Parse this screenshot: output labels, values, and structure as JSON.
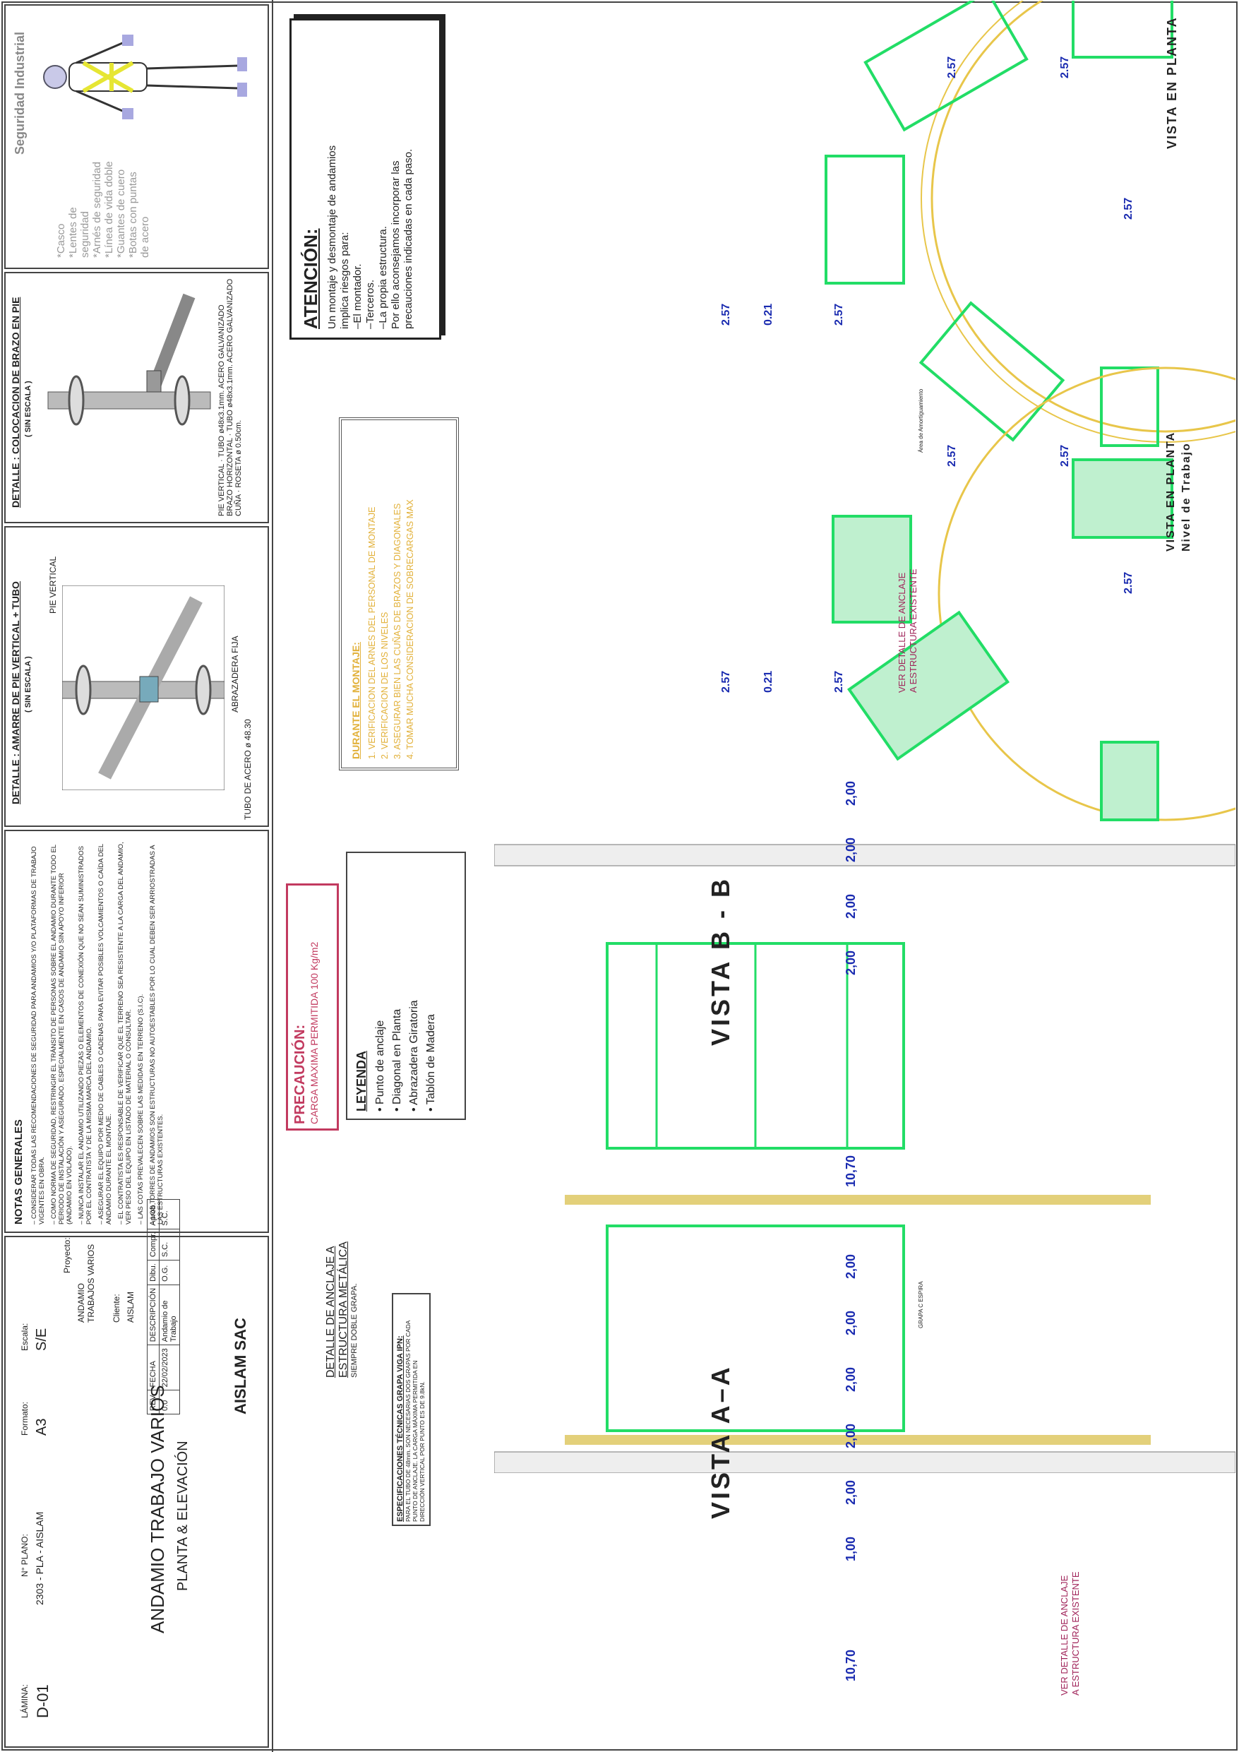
{
  "seguridad": {
    "title": "Seguridad Industrial",
    "items": [
      "*Casco",
      "*Lentes de seguridad",
      "*Arnés de seguridad",
      "*Línea de vida doble",
      "*Guantes de cuero",
      "*Botas con puntas de acero"
    ]
  },
  "atencion": {
    "title": "ATENCIÓN:",
    "lines": [
      "Un montaje y desmontaje de andamios",
      "implica riesgos para:",
      "–El montador.",
      "–Terceros.",
      "–La propia estructura.",
      "Por ello aconsejamos incorporar las",
      "precauciones indicadas en cada paso."
    ]
  },
  "durante": {
    "title": "DURANTE EL MONTAJE:",
    "lines": [
      "1. VERIFICACION DEL ARNES DEL PERSONAL DE MONTAJE",
      "2. VERIFICACION DE LOS NIVELES",
      "3. ASEGURAR BIEN LAS CUÑAS DE BRAZOS Y DIAGONALES",
      "4. TOMAR MUCHA CONSIDERACION DE SOBRECARGAS MAX"
    ]
  },
  "detalle1": {
    "title": "DETALLE : COLOCACION DE BRAZO EN PIE",
    "subtitle": "( SIN ESCALA )",
    "labels": [
      "PIE VERTICAL",
      "TUBO ø48x3.1mm.",
      "ACERO GALVANIZADO",
      "BRAZO HORIZONTAL",
      "TUBO ø48x3.1mm.",
      "ACERO GALVANIZADO",
      "CUÑA",
      "ROSETA",
      "ø 0.50cm."
    ]
  },
  "detalle2": {
    "title": "DETALLE : AMARRE DE PIE VERTICAL + TUBO",
    "subtitle": "( SIN ESCALA )",
    "labels": [
      "ABRAZADERA FIJA",
      "TUBO DE ACERO ø 48.30",
      "PIE VERTICAL"
    ]
  },
  "notas": {
    "title": "NOTAS GENERALES",
    "items": [
      "– CONSIDERAR TODAS LAS RECOMENDACIONES DE SEGURIDAD PARA ANDAMIOS Y/O PLATAFORMAS DE TRABAJO VIGENTES EN OBRA.",
      "– COMO NORMA DE SEGURIDAD, RESTRINGIR EL TRÁNSITO DE PERSONAS SOBRE EL ANDAMIO DURANTE TODO EL PERIODO DE INSTALACIÓN Y ASEGURADO. ESPECIALMENTE EN CASOS DE ANDAMIO SIN APOYO INFERIOR (ANDAMIO EN VOLADO).",
      "– NUNCA INSTALAR EL ANDAMIO UTILIZANDO PIEZAS O ELEMENTOS DE CONEXIÓN QUE NO SEAN SUMINISTRADOS POR EL CONTRATISTA Y DE LA MISMA MARCA DEL ANDAMIO.",
      "– ASEGURAR EL EQUIPO POR MEDIO DE CABLES O CADENAS PARA EVITAR POSIBLES VOLCAMIENTOS O CAÍDA DEL ANDAMIO DURANTE EL MONTAJE.",
      "– EL CONTRATISTA ES RESPONSABLE DE VERIFICAR QUE EL TERRENO SEA RESISTENTE A LA CARGA DEL ANDAMIO, VER PESO DEL EQUIPO EN LISTADO DE MATERIAL O CONSULTAR.",
      "– LAS COTAS PREVALECEN SOBRE LAS MEDIDAS EN TERRENO (S.I.C).",
      "– LOS TORRES DE ANDAMIOS SON ESTRUCTURAS NO AUTOESTABLES POR LO CUAL DEBEN SER ARRIOSTRADAS A LAS ESTRUCTURAS EXISTENTES."
    ]
  },
  "leyenda": {
    "title": "LEYENDA",
    "items": [
      "Punto de anclaje",
      "Diagonal en Planta",
      "Abrazadera Giratoria",
      "Tablón de Madera"
    ]
  },
  "precaucion": {
    "title": "PRECAUCIÓN:",
    "text": "CARGA MAXIMA PERMITIDA 100 Kg/m2"
  },
  "anclaje": {
    "title1": "DETALLE DE ANCLAJE A",
    "title2": "ESTRUCTURA METÁLICA",
    "sub": "SIEMPRE DOBLE GRAPA."
  },
  "especificaciones": {
    "title": "ESPECIFICACIONES TÉCNICAS GRAPA VIGA IPN:",
    "lines": [
      "PARA EL TUBO DE 48mm. SON NECESARIAS DOS GRAPAS POR CADA",
      "PUNTO DE ANCLAJE. LA CARGA MÁXIMA PERMITIDA EN",
      "DIRECCIÓN VERTICAL POR PUNTO ES DE 9.8kN."
    ]
  },
  "views": {
    "planta": "VISTA EN PLANTA",
    "planta_nivel_1": "VISTA EN PLANTA",
    "planta_nivel_2": "Nivel de Trabajo",
    "bb": "VISTA B - B",
    "aa": "VISTA A–A",
    "ver_detalle_1": "VER DETALLE DE ANCLAJE",
    "ver_detalle_2": "A ESTRUCTURA EXISTENTE",
    "area_amort": "Área de Amortiguamiento",
    "grapa": "GRAPA C ESPIRA"
  },
  "dims": {
    "plan": [
      "2.57",
      "2.57",
      "2.57",
      "2.57",
      "2.57",
      "0.21"
    ],
    "plan_nivel": [
      "2.57",
      "2.57",
      "2.57",
      "2.57",
      "2.57",
      "0.21"
    ],
    "bb": [
      "2,00",
      "2,00",
      "2,00",
      "2,00"
    ],
    "bb_total": "10,70",
    "aa": [
      "2,00",
      "2,00",
      "2,00",
      "2,00",
      "2,00",
      "1,00"
    ],
    "aa_total": "10,70"
  },
  "titleblock": {
    "company": "AISLAM SAC",
    "rev_h": "REV.",
    "fecha_h": "FECHA",
    "desc_h": "DESCRIPCIÓN",
    "dibu_h": "Dibu.",
    "compr_h": "Compr.",
    "aprob_h": "Aprob.",
    "rev": "0.0",
    "fecha": "22/02/2023",
    "desc": "Andamio de Trabajo",
    "dibu": "O.G.",
    "compr": "S.C.",
    "aprob": "S.C.",
    "proyecto_label": "Proyecto:",
    "proyecto": "ANDAMIO TRABAJOS VARIOS",
    "cliente_label": "Cliente:",
    "cliente": "AISLAM",
    "plano_title": "ANDAMIO TRABAJO VARIOS",
    "plano_sub": "PLANTA & ELEVACIÓN",
    "escala_label": "Escala:",
    "escala": "S/E",
    "formato_label": "Formato:",
    "formato": "A3",
    "nplano_label": "N° PLANO:",
    "nplano": "2303 - PLA - AISLAM",
    "lamina_label": "LÁMINA:",
    "lamina": "D-01"
  },
  "colors": {
    "scaffold": "#22dd66",
    "dim": "#d01818",
    "circle": "#e8c64a",
    "plank": "#e3d07a",
    "magenta": "#a0245a",
    "orange": "#f5a623"
  }
}
